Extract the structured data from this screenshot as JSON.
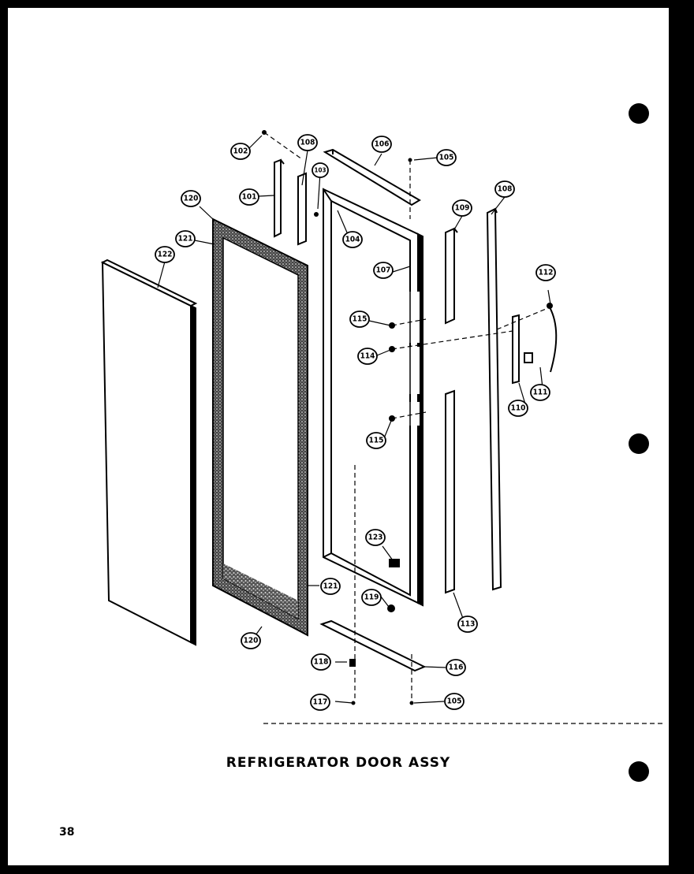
{
  "title": "REFRIGERATOR DOOR ASSY",
  "page_number": "38",
  "callouts": {
    "c101": "101",
    "c102": "102",
    "c103": "103",
    "c104": "104",
    "c105": "105",
    "c106": "106",
    "c107": "107",
    "c108a": "108",
    "c108b": "108",
    "c109": "109",
    "c110": "110",
    "c111": "111",
    "c112": "112",
    "c113": "113",
    "c114": "114",
    "c115a": "115",
    "c115b": "115",
    "c116": "116",
    "c117": "117",
    "c118": "118",
    "c119": "119",
    "c120a": "120",
    "c120b": "120",
    "c121a": "121",
    "c121b": "121",
    "c122": "122",
    "c123": "123",
    "c105b": "105"
  }
}
